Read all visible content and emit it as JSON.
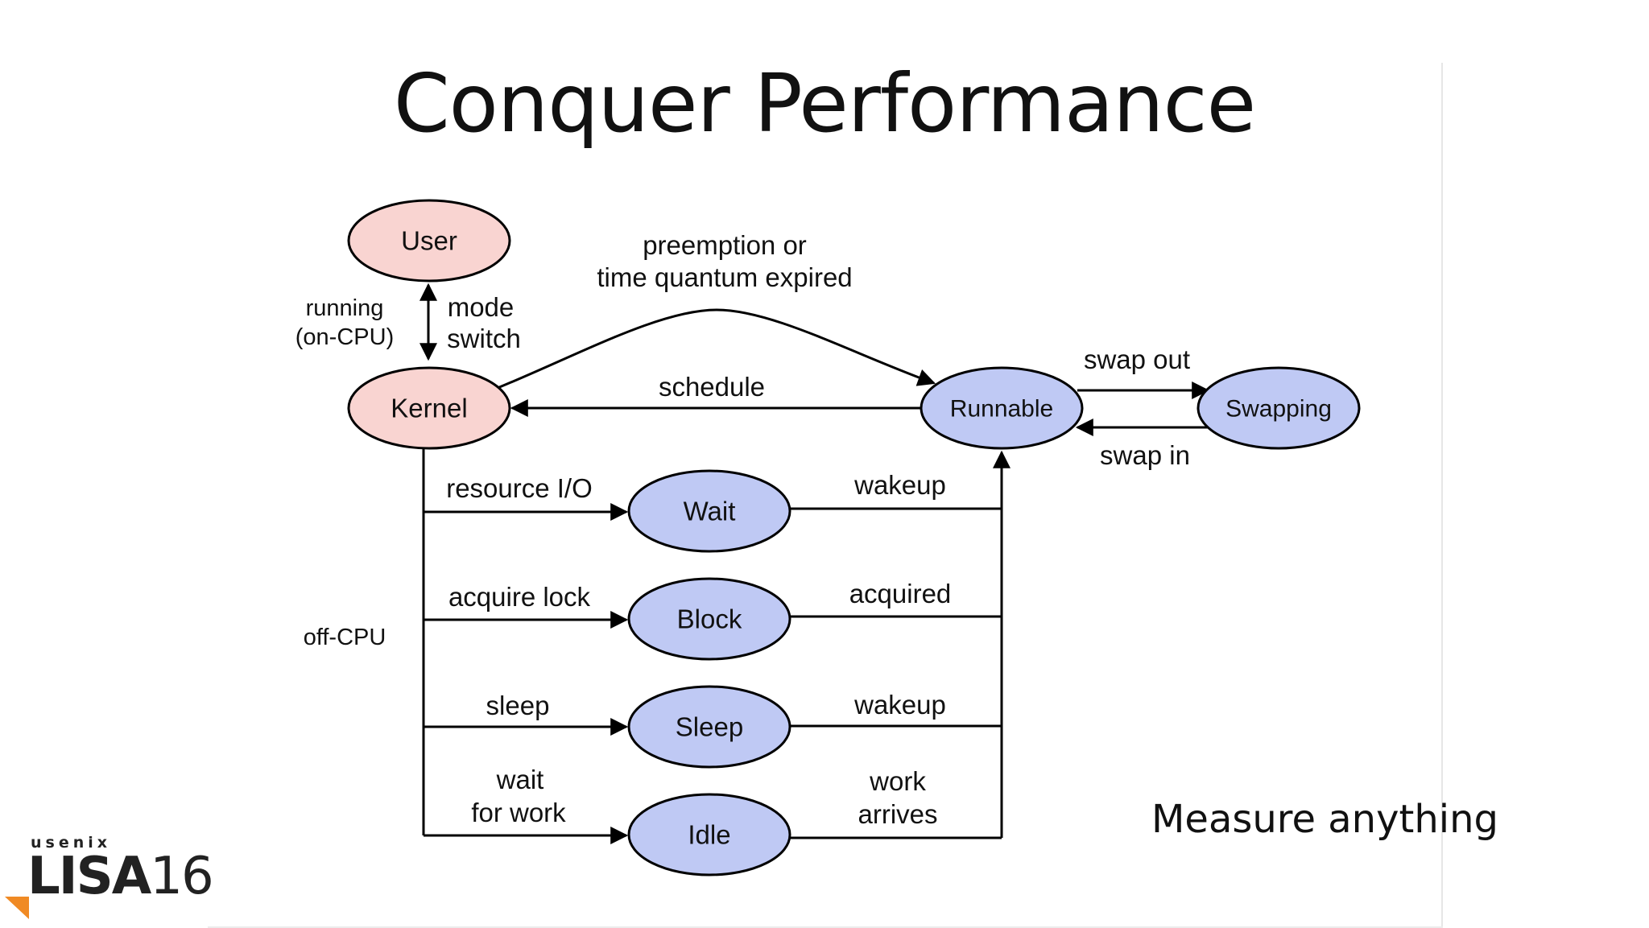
{
  "slide": {
    "title": "Conquer Performance",
    "caption": "Measure anything"
  },
  "logo": {
    "org": "usenix",
    "event_name": "LISA",
    "event_number": "16",
    "accent_color": "#f08a24"
  },
  "diagram": {
    "nodes": {
      "user": "User",
      "kernel": "Kernel",
      "runnable": "Runnable",
      "swapping": "Swapping",
      "wait": "Wait",
      "block": "Block",
      "sleep": "Sleep",
      "idle": "Idle"
    },
    "labels": {
      "running_1": "running",
      "running_2": "(on-CPU)",
      "mode_1": "mode",
      "mode_2": "switch",
      "preempt_1": "preemption or",
      "preempt_2": "time quantum expired",
      "schedule": "schedule",
      "swap_out": "swap out",
      "swap_in": "swap in",
      "resource_io": "resource I/O",
      "acquire_lock": "acquire lock",
      "sleep": "sleep",
      "wait_work_1": "wait",
      "wait_work_2": "for work",
      "wakeup_1": "wakeup",
      "acquired": "acquired",
      "wakeup_2": "wakeup",
      "work_arrives_1": "work",
      "work_arrives_2": "arrives",
      "off_cpu": "off-CPU"
    },
    "colors": {
      "on_cpu_state": "#f9d4d1",
      "off_cpu_state": "#bfc9f4"
    }
  }
}
